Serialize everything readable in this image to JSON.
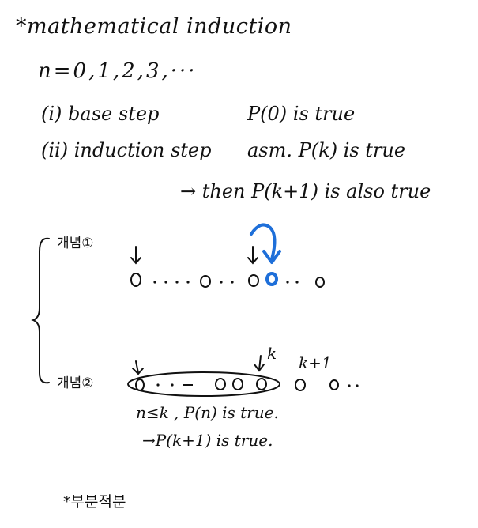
{
  "heading": "*mathematical induction",
  "sequence": "n=0,1,2,3,···",
  "steps": {
    "base_label": "(i) base step",
    "base_condition": "P(0) is true",
    "induction_label": "(ii) induction step",
    "induction_condition": "asm. P(k) is true",
    "induction_conclusion": "→ then P(k+1) is also true"
  },
  "methods": {
    "method1_label": "개념①",
    "method2_label": "개념②"
  },
  "markers": {
    "k": "k",
    "k_plus_1": "k+1"
  },
  "strong_induction": {
    "premise": "n≤k , P(n) is true.",
    "conclusion": "→P(k+1) is true."
  },
  "footnote": "*부분적분",
  "colors": {
    "ink": "#111111",
    "highlight": "#1e6fd9"
  }
}
